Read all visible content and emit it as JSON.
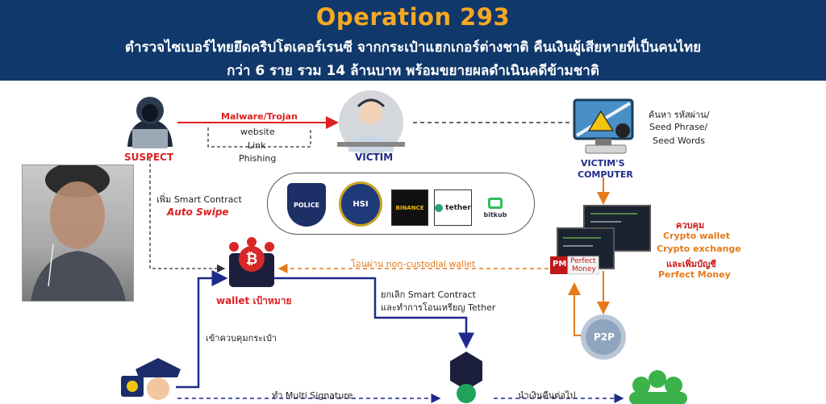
{
  "header": {
    "title": "Operation 293",
    "subtitle_line1": "ตำรวจไซเบอร์ไทยยึดคริปโตเคอร์เรนซี จากกระเป๋าแฮกเกอร์ต่างชาติ คืนเงินผู้เสียหายที่เป็นคนไทย",
    "subtitle_line2": "กว่า 6 ราย รวม 14 ล้านบาท พร้อมขยายผลดำเนินคดีข้ามชาติ",
    "title_color": "#f7a823",
    "background": "#10386b"
  },
  "nodes": {
    "suspect": "SUSPECT",
    "victim": "VICTIM",
    "victims_computer_1": "VICTIM'S",
    "victims_computer_2": "COMPUTER",
    "wallet": "wallet เป้าหมาย",
    "perfect_money_logo_1": "Perfect",
    "perfect_money_logo_2": "Money",
    "pm": "PM",
    "p2p": "P2P"
  },
  "flows": {
    "malware": "Malware/Trojan",
    "website": "website",
    "link": "Link",
    "phishing": "Phishing",
    "search_1": "ค้นหา รหัสผ่าน/",
    "search_2": "Seed Phrase/",
    "search_3": "Seed Words",
    "add_contract": "เพิ่ม Smart Contract",
    "auto_swipe": "Auto Swipe",
    "transfer": "โอนผ่าน non-custodial wallet",
    "cancel_1": "ยกเลิก Smart Contract",
    "cancel_2": "และทำการโอนเหรียญ Tether",
    "control_wallet": "เข้าควบคุมกระเป๋า",
    "multisig": "ทำ Multi Signature",
    "return_funds": "นำเงินคืนต่อไป"
  },
  "control": {
    "line1": "ควบคุม",
    "line2": "Crypto wallet",
    "line3": "Crypto exchange",
    "line4": "และเพิ่มบัญชี",
    "line5": "Perfect Money"
  },
  "logos": {
    "binance": "BINANCE",
    "tether": "tether",
    "bitkub": "bitkub",
    "police": "POLICE",
    "hsi": "HSI"
  },
  "colors": {
    "red": "#e02020",
    "orange": "#e57a1a",
    "navy": "#1e2a8a",
    "accent_red": "#d01414"
  }
}
